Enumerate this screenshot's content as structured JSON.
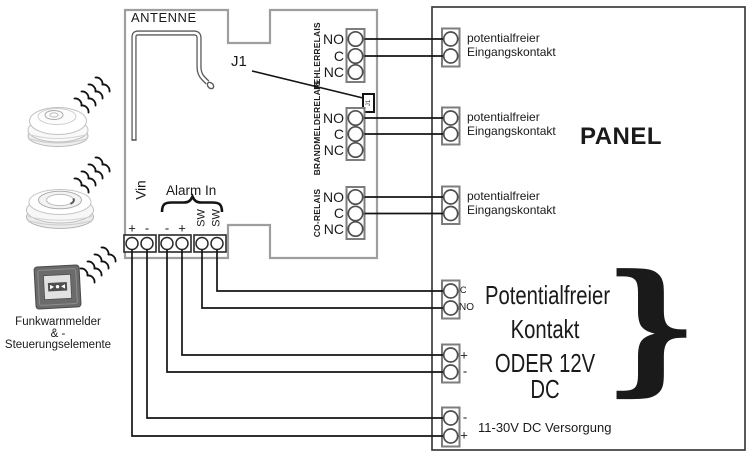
{
  "module": {
    "antenna_label": "ANTENNE",
    "jumper_label": "J1",
    "jumper_chip_label": "J1",
    "relays": [
      {
        "name": "FEHLERRELAIS",
        "terminals": [
          "NO",
          "C",
          "NC"
        ]
      },
      {
        "name": "BRANDMELDERELAIS",
        "terminals": [
          "NO",
          "C",
          "NC"
        ]
      },
      {
        "name": "CO-RELAIS",
        "terminals": [
          "NO",
          "C",
          "NC"
        ]
      }
    ],
    "vin": {
      "label": "Vin",
      "terminals": [
        "+",
        "-"
      ]
    },
    "alarm_in": {
      "label": "Alarm In",
      "terminals": [
        "-",
        "+",
        "SW",
        "SW"
      ]
    }
  },
  "panel": {
    "title": "PANEL",
    "inputs": [
      {
        "line1": "potentialfreier",
        "line2": "Eingangskontakt"
      },
      {
        "line1": "potentialfreier",
        "line2": "Eingangskontakt"
      },
      {
        "line1": "potentialfreier",
        "line2": "Eingangskontakt"
      }
    ],
    "output_contact": {
      "terminals": [
        "C",
        "NO"
      ],
      "desc_line1": "Potentialfreier",
      "desc_line2": "Kontakt",
      "desc_line3": "ODER 12V DC",
      "brace": "}"
    },
    "aux_12v": {
      "terminals": [
        "+",
        "-"
      ]
    },
    "supply": {
      "terminals": [
        "-",
        "+"
      ],
      "label": "11-30V DC Versorgung"
    }
  },
  "devices": {
    "caption_line1": "Funkwarnmelder",
    "caption_line2": "& -Steuerungselemente"
  }
}
